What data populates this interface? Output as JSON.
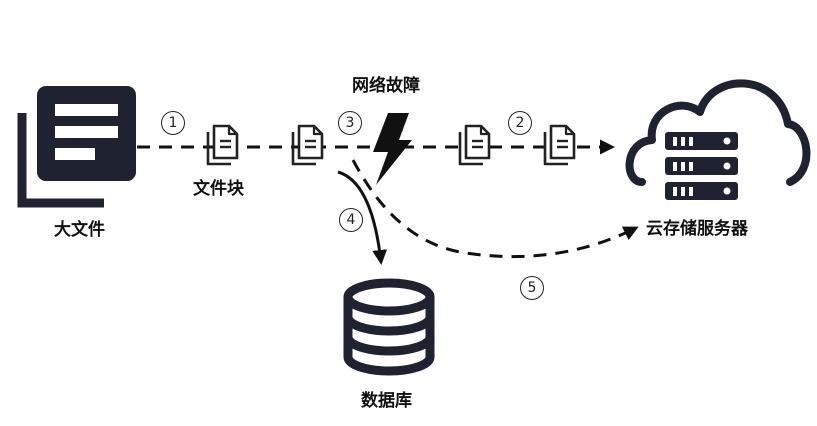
{
  "labels": {
    "big_file": "大文件",
    "chunk": "文件块",
    "network_fault": "网络故障",
    "database": "数据库",
    "cloud_server": "云存储服务器"
  },
  "steps": [
    "1",
    "2",
    "3",
    "4",
    "5"
  ],
  "colors": {
    "ink": "#222222",
    "bolt": "#111111",
    "background": "#ffffff"
  }
}
